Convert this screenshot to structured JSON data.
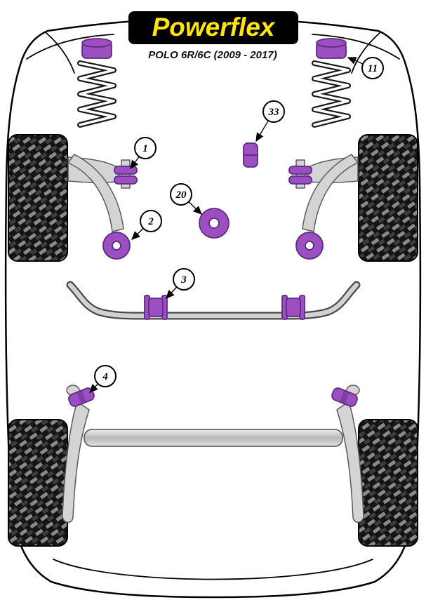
{
  "diagram": {
    "brand": "Powerflex",
    "model": "POLO 6R/6C (2009 - 2017)",
    "callouts": [
      {
        "id": "callout-1",
        "label": "1"
      },
      {
        "id": "callout-2",
        "label": "2"
      },
      {
        "id": "callout-3",
        "label": "3"
      },
      {
        "id": "callout-4",
        "label": "4"
      },
      {
        "id": "callout-11",
        "label": "11"
      },
      {
        "id": "callout-20",
        "label": "20"
      },
      {
        "id": "callout-33",
        "label": "33"
      }
    ],
    "colors": {
      "bushing": "#9b4fc1",
      "bushing_dark": "#5e2a82",
      "brand_yellow": "#ffe50a",
      "logo_bg": "#000000"
    }
  }
}
